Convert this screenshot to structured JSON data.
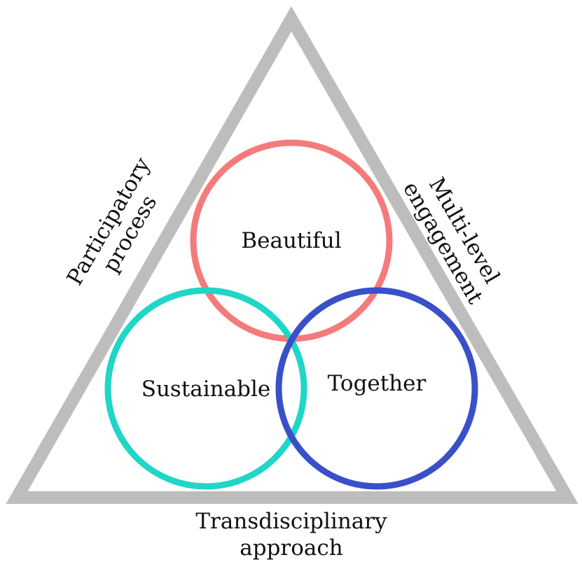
{
  "diagram": {
    "frame": {
      "left_side": [
        "Participatory",
        "process"
      ],
      "right_side": [
        "Multi-level",
        "engagement"
      ],
      "bottom": [
        "Transdisciplinary",
        "approach"
      ],
      "color": "#bdbdbd"
    },
    "circles": [
      {
        "label": "Beautiful",
        "color": "#f47b7b"
      },
      {
        "label": "Sustainable",
        "color": "#1fd6c7"
      },
      {
        "label": "Together",
        "color": "#3a50c8"
      }
    ]
  }
}
